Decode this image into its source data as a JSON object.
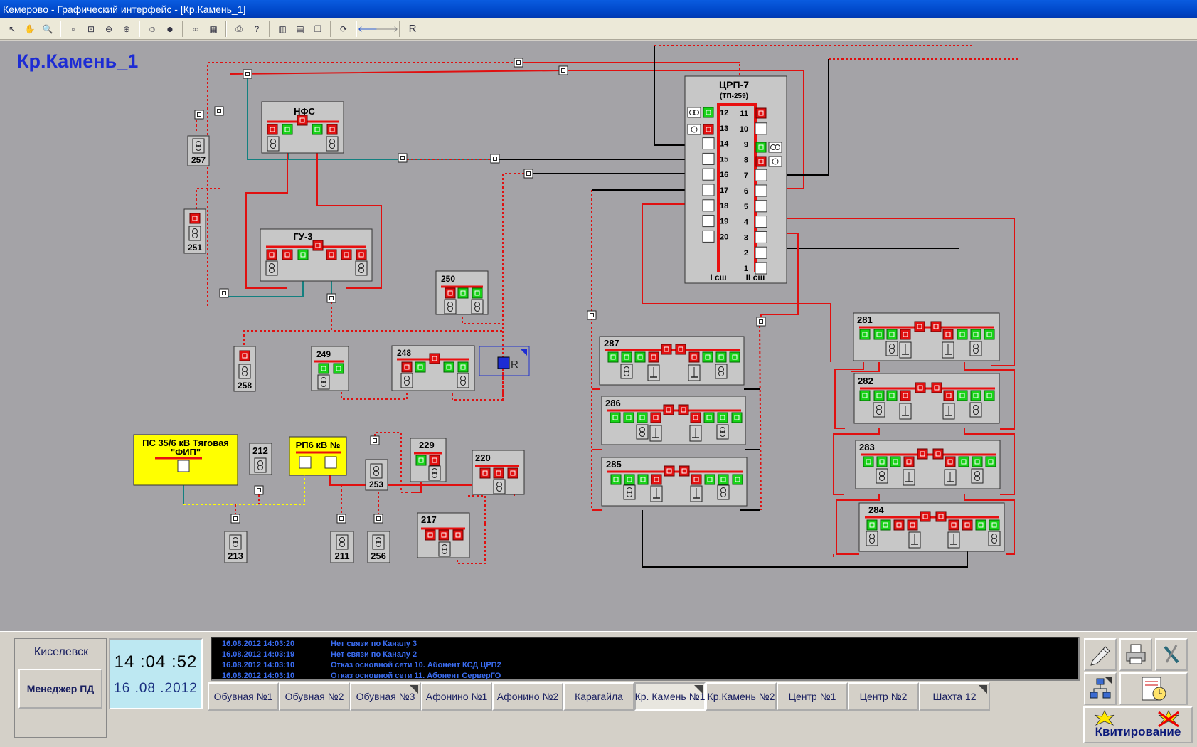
{
  "window_title": "Кемерово - Графический интерфейс - [Кр.Камень_1]",
  "toolbar": {
    "r_label": "R"
  },
  "schema": {
    "title": "Кр.Камень_1",
    "substations": {
      "nfs": "НФС",
      "gu3": "ГУ-3",
      "crp7": "ЦРП-7",
      "crp7_sub": "(ТП-259)",
      "ps356": "ПС 35/6 кВ Тяговая",
      "ps356_sub": "\"ФИП\"",
      "rp6": "РП6 кВ №",
      "bus1": "I сш",
      "bus2": "II сш"
    },
    "crp7_left": [
      "12",
      "13",
      "14",
      "15",
      "16",
      "17",
      "18",
      "19",
      "20"
    ],
    "crp7_right": [
      "11",
      "10",
      "9",
      "8",
      "7",
      "6",
      "5",
      "4",
      "3",
      "2",
      "1"
    ],
    "nodes": {
      "n257": "257",
      "n251": "251",
      "n250": "250",
      "n249": "249",
      "n248": "248",
      "n258": "258",
      "n212": "212",
      "n253": "253",
      "n229": "229",
      "n220": "220",
      "n217": "217",
      "n213": "213",
      "n211": "211",
      "n256": "256",
      "n287": "287",
      "n286": "286",
      "n285": "285",
      "n281": "281",
      "n282": "282",
      "n283": "283",
      "n284": "284",
      "r_label": "R"
    }
  },
  "status": {
    "city": "Киселевск",
    "manager_button": "Менеджер ПД",
    "time": "14 :04 :52",
    "date": "16 .08 .2012",
    "log": [
      {
        "time": "16.08.2012 14:03:20",
        "message": "Нет связи по Каналу  3"
      },
      {
        "time": "16.08.2012 14:03:19",
        "message": "Нет связи по Каналу  2"
      },
      {
        "time": "16.08.2012 14:03:10",
        "message": "Отказ основной сети  10. Абонент КСД ЦРП2"
      },
      {
        "time": "16.08.2012 14:03:10",
        "message": "Отказ основной сети  11. Абонент СерверГО"
      }
    ],
    "tabs": [
      "Обувная №1",
      "Обувная №2",
      "Обувная №3",
      "Афонино №1",
      "Афонино №2",
      "Карагайла",
      "Кр. Камень №1",
      "Кр.Камень №2",
      "Центр №1",
      "Центр №2",
      "Шахта 12"
    ],
    "active_tab": "Кр. Камень №1",
    "kvit": "Квитирование"
  },
  "colors": {
    "breaker_on": "#e01010",
    "breaker_off": "#18d218",
    "bus": "#e81010",
    "line_teal": "#148080",
    "canvas": "#a4a3a7",
    "ps_yellow": "#ffff00",
    "title_blue": "#1d2cd4"
  }
}
